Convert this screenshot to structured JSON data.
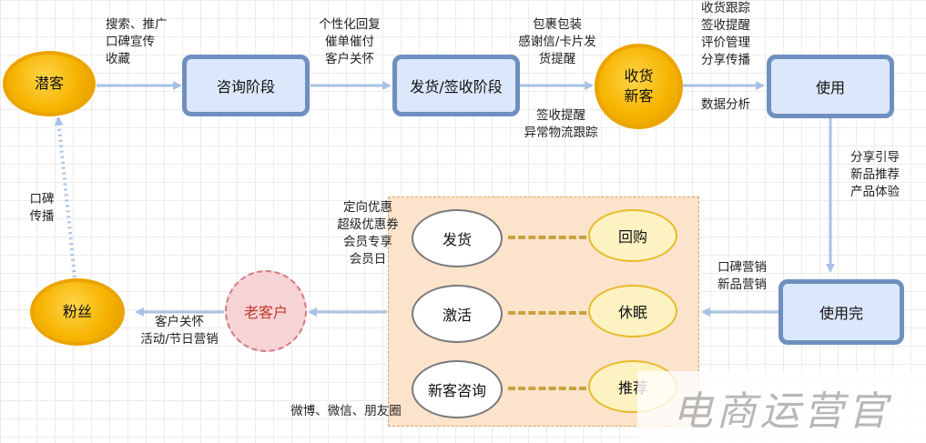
{
  "nodes": {
    "qianke": "潜客",
    "zixun": "咨询阶段",
    "fahuo_qianshou": "发货/签收阶段",
    "shouhuo_xinke_line1": "收货",
    "shouhuo_xinke_line2": "新客",
    "shiyong": "使用",
    "shiyongwan": "使用完",
    "laokehu": "老客户",
    "fensi": "粉丝"
  },
  "labels": {
    "search_promo": [
      "搜索、推广",
      "口碑宣传",
      "收藏"
    ],
    "personal_reply": [
      "个性化回复",
      "催单催付",
      "客户关怀"
    ],
    "package": [
      "包裹包装",
      "感谢信/卡片发",
      "货提醒"
    ],
    "sign_remind": [
      "签收提醒",
      "异常物流跟踪"
    ],
    "receipt_track": [
      "收货跟踪",
      "签收提醒",
      "评价管理",
      "分享传播"
    ],
    "data_analysis": "数据分析",
    "share_guide": [
      "分享引导",
      "新品推荐",
      "产品体验"
    ],
    "word_of_mouth_mkt": [
      "口碑营销",
      "新品营销"
    ],
    "coupons": [
      "定向优惠",
      "超级优惠券",
      "会员专享",
      "会员日"
    ],
    "care_holiday": [
      "客户关怀",
      "活动/节日营销"
    ],
    "wom_spread": [
      "口碑",
      "传播"
    ],
    "social": "微博、微信、朋友圈"
  },
  "panel": {
    "left": [
      "发货",
      "激活",
      "新客咨询"
    ],
    "right": [
      "回购",
      "休眠",
      "推荐"
    ]
  },
  "watermark": "电商运营官",
  "colors": {
    "box_fill": "#dbe7fa",
    "box_border": "#6f8fc0",
    "gold": "#f6b400",
    "arrow": "#a9c1e6",
    "panel": "#fbe3cc",
    "pink": "#f6d3d5"
  }
}
